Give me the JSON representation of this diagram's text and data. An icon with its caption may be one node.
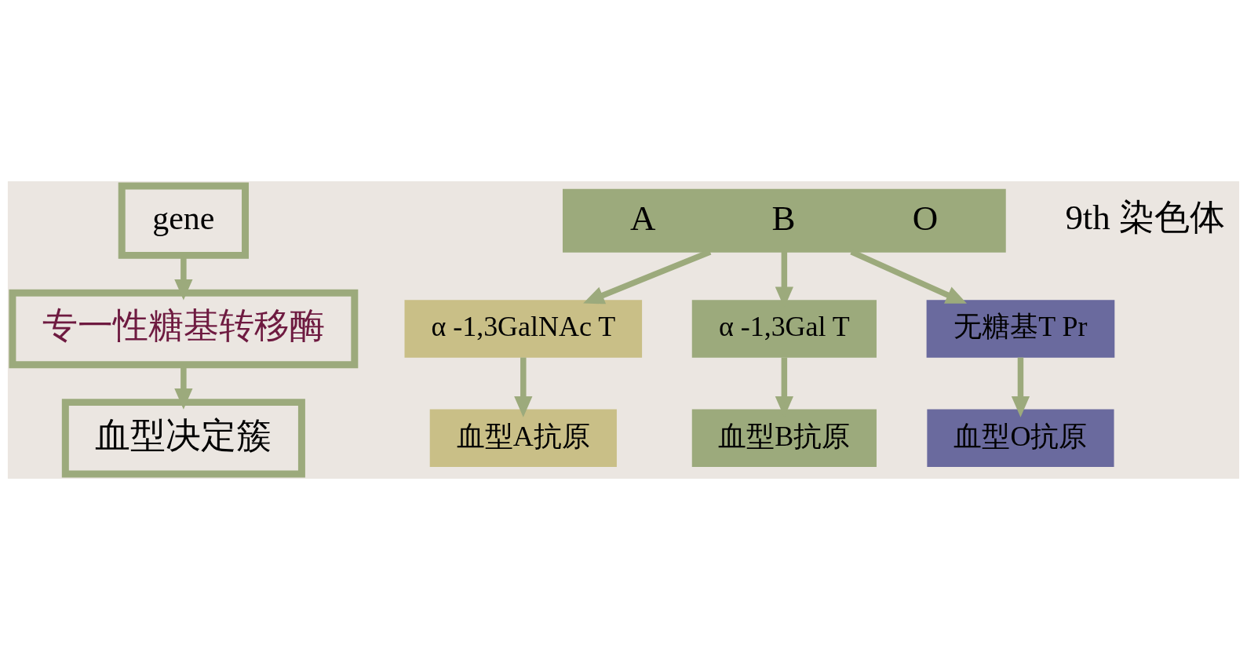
{
  "diagram": {
    "nodes": [
      {
        "text": [
          "gene"
        ]
      },
      {
        "text": [
          "专一性糖基转移酶"
        ]
      },
      {
        "text": [
          "血型决定簇"
        ]
      },
      {
        "text": [
          "A",
          "B",
          "O"
        ],
        "beside": [
          "9th 染色体"
        ]
      },
      {
        "text": [
          "α -1,3GalNAc T"
        ]
      },
      {
        "text": [
          "α -1,3Gal T"
        ]
      },
      {
        "text": [
          "无糖基T Pr"
        ]
      },
      {
        "text": [
          "血型A抗原"
        ]
      },
      {
        "text": [
          "血型B抗原"
        ]
      },
      {
        "text": [
          "血型O抗原"
        ]
      }
    ],
    "edges": [
      {
        "from": 0,
        "to": 1,
        "arrow": "to"
      },
      {
        "from": 1,
        "to": 2,
        "arrow": "to"
      },
      {
        "from": 3,
        "to": 4,
        "arrow": "to"
      },
      {
        "from": 3,
        "to": 5,
        "arrow": "to"
      },
      {
        "from": 3,
        "to": 6,
        "arrow": "to"
      },
      {
        "from": 4,
        "to": 7,
        "arrow": "to"
      },
      {
        "from": 5,
        "to": 8,
        "arrow": "to"
      },
      {
        "from": 6,
        "to": 9,
        "arrow": "to"
      }
    ]
  }
}
